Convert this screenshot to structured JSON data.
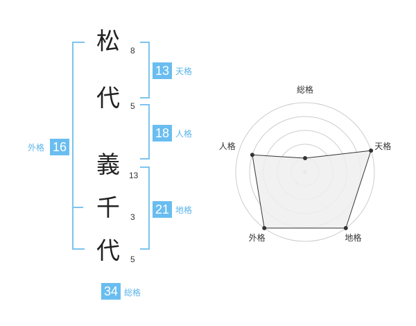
{
  "name_chars": [
    {
      "char": "松",
      "strokes": "8"
    },
    {
      "char": "代",
      "strokes": "5"
    },
    {
      "char": "義",
      "strokes": "13"
    },
    {
      "char": "千",
      "strokes": "3"
    },
    {
      "char": "代",
      "strokes": "5"
    }
  ],
  "fortunes": {
    "tenkaku": {
      "value": "13",
      "label": "天格"
    },
    "jinkaku": {
      "value": "18",
      "label": "人格"
    },
    "chikaku": {
      "value": "21",
      "label": "地格"
    },
    "gaikaku": {
      "value": "16",
      "label": "外格"
    },
    "soukaku": {
      "value": "34",
      "label": "総格"
    }
  },
  "chart_data": {
    "type": "radar",
    "axes": [
      "総格",
      "天格",
      "地格",
      "外格",
      "人格"
    ],
    "values": [
      1,
      5,
      5,
      5,
      4
    ],
    "max": 5,
    "rings": 5,
    "colors": {
      "fill": "#eeeeee",
      "line": "#333333",
      "grid": "#cccccc",
      "point": "#333333"
    }
  }
}
